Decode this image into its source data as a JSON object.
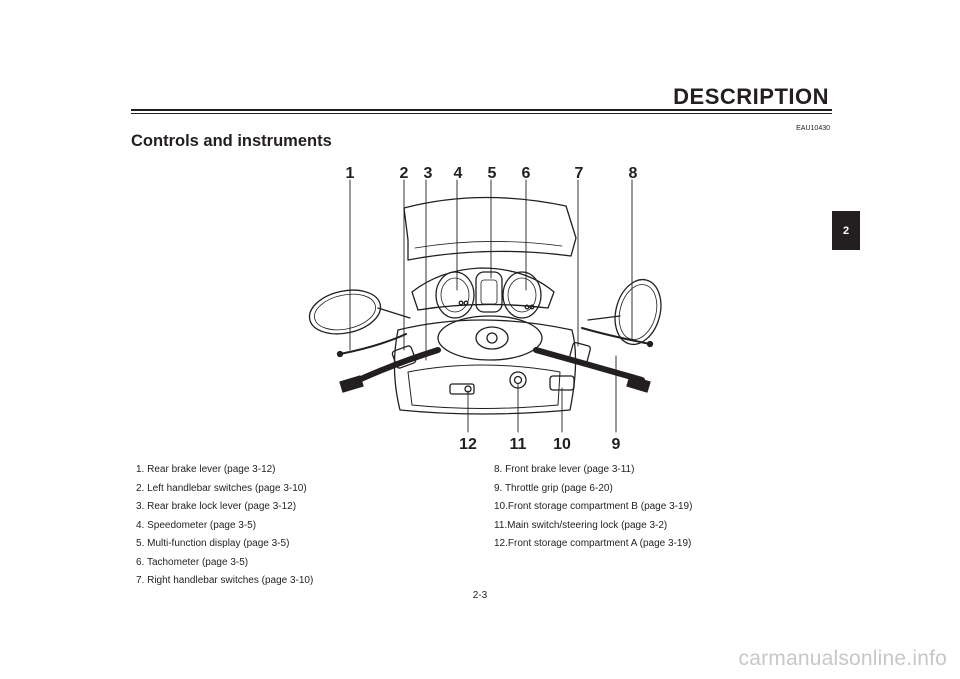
{
  "header": {
    "section_title": "DESCRIPTION",
    "code": "EAU10430"
  },
  "page": {
    "heading": "Controls and instruments",
    "chapter_tab": "2",
    "number": "2-3"
  },
  "figure": {
    "callouts_top": [
      "1",
      "2",
      "3",
      "4",
      "5",
      "6",
      "7",
      "8"
    ],
    "callouts_bottom": [
      "12",
      "11",
      "10",
      "9"
    ]
  },
  "legend": {
    "left": [
      "1.  Rear brake lever (page 3-12)",
      "2.  Left handlebar switches (page 3-10)",
      "3.  Rear brake lock lever (page 3-12)",
      "4.  Speedometer (page 3-5)",
      "5.  Multi-function display (page 3-5)",
      "6.  Tachometer (page 3-5)",
      "7.  Right handlebar switches (page 3-10)"
    ],
    "right": [
      "8.  Front brake lever (page 3-11)",
      "9.  Throttle grip (page 6-20)",
      "10.Front storage compartment B (page 3-19)",
      "11.Main switch/steering lock (page 3-2)",
      "12.Front storage compartment A (page 3-19)"
    ]
  },
  "watermark": "carmanualsonline.info"
}
